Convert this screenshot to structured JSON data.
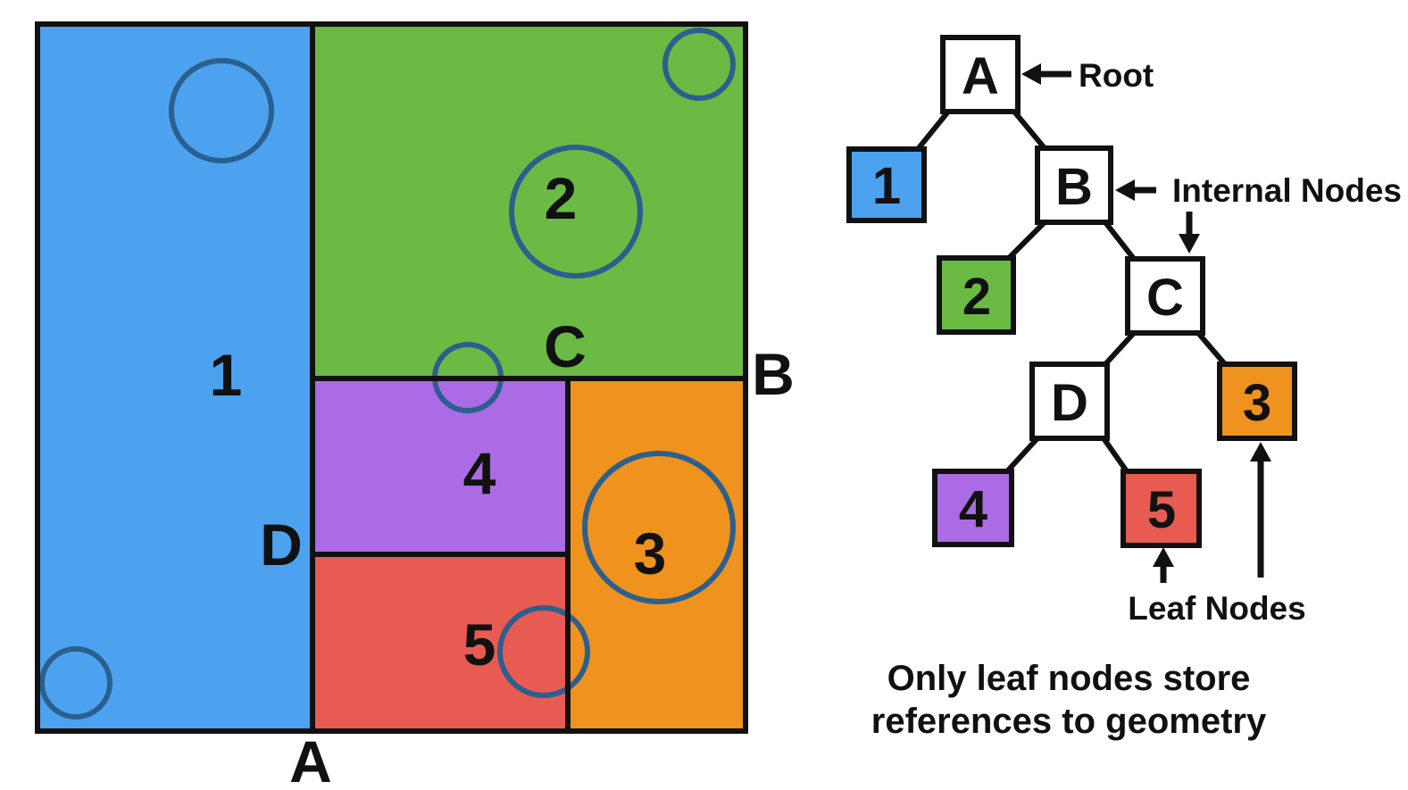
{
  "colors": {
    "blue": "#4da2f0",
    "green": "#6aba44",
    "purple": "#ab6be4",
    "red": "#e75b53",
    "orange": "#f0921e",
    "circle_stroke": "#2b5f8e",
    "node_fill": "#ffffff",
    "ink": "#111111"
  },
  "partition": {
    "labels": {
      "r1": "1",
      "r2": "2",
      "r3": "3",
      "r4": "4",
      "r5": "5",
      "sA": "A",
      "sB": "B",
      "sC": "C",
      "sD": "D"
    }
  },
  "tree": {
    "labels": {
      "A": "A",
      "B": "B",
      "C": "C",
      "D": "D",
      "n1": "1",
      "n2": "2",
      "n3": "3",
      "n4": "4",
      "n5": "5"
    },
    "annotations": {
      "root": "Root",
      "internal": "Internal Nodes",
      "leaf": "Leaf Nodes"
    }
  },
  "caption": {
    "line1": "Only leaf nodes store",
    "line2": "references to geometry"
  }
}
